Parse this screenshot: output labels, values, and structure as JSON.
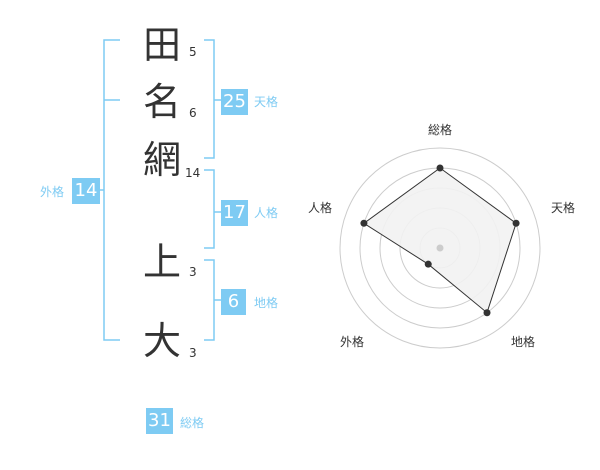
{
  "name": {
    "characters": [
      {
        "char": "田",
        "strokes": "5"
      },
      {
        "char": "名",
        "strokes": "6"
      },
      {
        "char": "網",
        "strokes": "14"
      },
      {
        "char": "上",
        "strokes": "3"
      },
      {
        "char": "大",
        "strokes": "3"
      }
    ]
  },
  "fortunes": {
    "tenkaku": {
      "value": "25",
      "label": "天格"
    },
    "jinkaku": {
      "value": "17",
      "label": "人格"
    },
    "chikaku": {
      "value": "6",
      "label": "地格"
    },
    "gaikaku": {
      "value": "14",
      "label": "外格"
    },
    "soukaku": {
      "value": "31",
      "label": "総格"
    }
  },
  "chart_data": {
    "type": "radar",
    "axes": [
      "総格",
      "天格",
      "地格",
      "外格",
      "人格"
    ],
    "values": [
      4,
      4,
      4,
      1,
      4
    ],
    "range": [
      0,
      5
    ],
    "rings": 5,
    "colors": {
      "ring": "#cccccc",
      "fill": "#f2f2f2",
      "line": "#333333",
      "point": "#333333",
      "center": "#cccccc"
    }
  },
  "colors": {
    "accent": "#7ecbf3",
    "text": "#333333"
  }
}
